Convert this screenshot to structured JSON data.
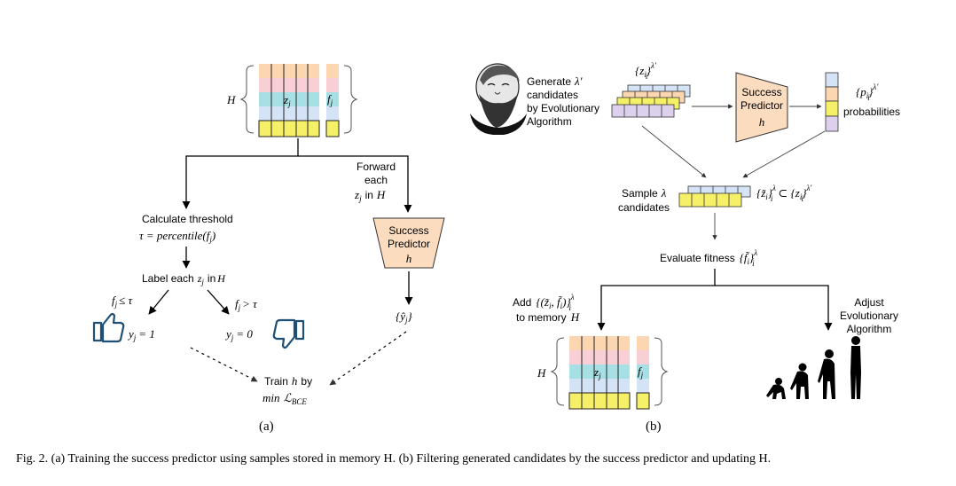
{
  "panel_a": {
    "memory_label": "H",
    "latent_label": "z",
    "latent_sub": "j",
    "fitness_label": "f",
    "fitness_sub": "j",
    "threshold_line1": "Calculate threshold",
    "threshold_line2": "τ = percentile(f",
    "threshold_line2_sub": "j",
    "threshold_line2_end": ")",
    "label_text": "Label each",
    "label_var": "z",
    "label_var_sub": "j",
    "label_in": "in",
    "label_H": "H",
    "cond_left": "f",
    "cond_left_sub": "j",
    "cond_left_rel": "≤ τ",
    "cond_right": "f",
    "cond_right_sub": "j",
    "cond_right_rel": "> τ",
    "y_pos": "y",
    "y_pos_sub": "j",
    "y_pos_val": "= 1",
    "y_neg": "y",
    "y_neg_sub": "j",
    "y_neg_val": "= 0",
    "forward_line1": "Forward",
    "forward_line2": "each",
    "forward_var": "z",
    "forward_var_sub": "j",
    "forward_in": "in",
    "forward_H": "H",
    "predictor_line1": "Success",
    "predictor_line2": "Predictor",
    "predictor_h": "h",
    "pred_output": "{ŷ",
    "pred_output_sub": "j",
    "pred_output_end": "}",
    "train_line1": "Train",
    "train_h": "h",
    "train_by": "by",
    "train_min": "min",
    "train_loss": "ℒ",
    "train_loss_sub": "BCE",
    "panel_label": "(a)"
  },
  "panel_b": {
    "generate_line1": "Generate",
    "generate_lambda": "λ′",
    "generate_line2": "candidates",
    "generate_line3": "by Evolutionary",
    "generate_line4": "Algorithm",
    "cand_set": "{z",
    "cand_set_sub": "i",
    "cand_set_end": "}",
    "cand_set_sup": "λ′",
    "cand_set_sub2": "i",
    "predictor_line1": "Success",
    "predictor_line2": "Predictor",
    "predictor_h": "h",
    "prob_set": "{p",
    "prob_set_sub": "i",
    "prob_set_end": "}",
    "prob_set_sup": "λ′",
    "prob_set_sub2": "i",
    "prob_label": "probabilities",
    "sample_line1": "Sample",
    "sample_lambda": "λ",
    "sample_line2": "candidates",
    "subset_expr": "{z̃",
    "subset_sub": "i",
    "subset_mid": "}",
    "subset_sup": "λ",
    "subset_sub2": "i",
    "subset_rel": "⊂ {z",
    "subset_sub3": "i",
    "subset_end": "}",
    "subset_sup2": "λ′",
    "subset_sub4": "i",
    "evaluate_text": "Evaluate fitness",
    "evaluate_set": "{f̃",
    "evaluate_sub": "i",
    "evaluate_end": "}",
    "evaluate_sup": "λ",
    "evaluate_sub2": "i",
    "add_line1": "Add",
    "add_expr": "{(z̃",
    "add_sub1": "i",
    "add_mid": ", f̃",
    "add_sub2": "i",
    "add_end": ")}",
    "add_sup": "λ",
    "add_sub3": "i",
    "add_line2": "to memory",
    "add_H": "H",
    "memory_label": "H",
    "latent_label": "z",
    "latent_sub": "j",
    "fitness_label": "f",
    "fitness_sub": "j",
    "adjust_line1": "Adjust",
    "adjust_line2": "Evolutionary",
    "adjust_line3": "Algorithm",
    "panel_label": "(b)"
  },
  "caption": "Fig. 2.   (a) Training the success predictor using samples stored in memory H. (b) Filtering generated candidates by the success predictor and updating H.",
  "colors": {
    "row_orange": "#fbd6b0",
    "row_pink": "#f8cfd4",
    "row_teal": "#a7e0e4",
    "row_blue": "#d4e3f5",
    "row_yellow": "#f5f067",
    "row_lilac": "#ddd0ec",
    "predictor_fill": "#fbdcbf",
    "thumb_blue": "#1f4f74"
  }
}
